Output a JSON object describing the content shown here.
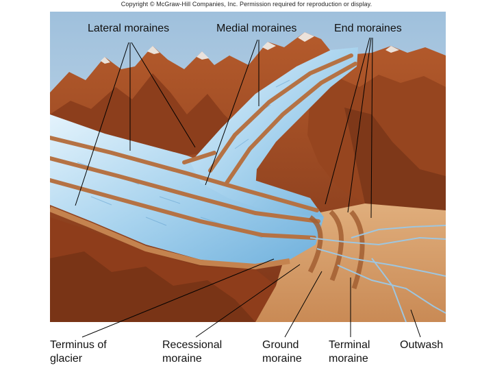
{
  "copyright": "Copyright © McGraw-Hill Companies, Inc. Permission required for reproduction or display.",
  "labels": {
    "lateral_moraines": "Lateral moraines",
    "medial_moraines": "Medial moraines",
    "end_moraines": "End moraines",
    "terminus_line1": "Terminus of",
    "terminus_line2": "glacier",
    "recessional_line1": "Recessional",
    "recessional_line2": "moraine",
    "ground_line1": "Ground",
    "ground_line2": "moraine",
    "terminal_line1": "Terminal",
    "terminal_line2": "moraine",
    "outwash": "Outwash"
  },
  "colors": {
    "sky": "#b8d2e6",
    "rock": "#9a4a24",
    "rock_dark": "#6b2e14",
    "ice": "#a9d4f0",
    "moraine": "#c98a55",
    "plain": "#d9a36e"
  }
}
